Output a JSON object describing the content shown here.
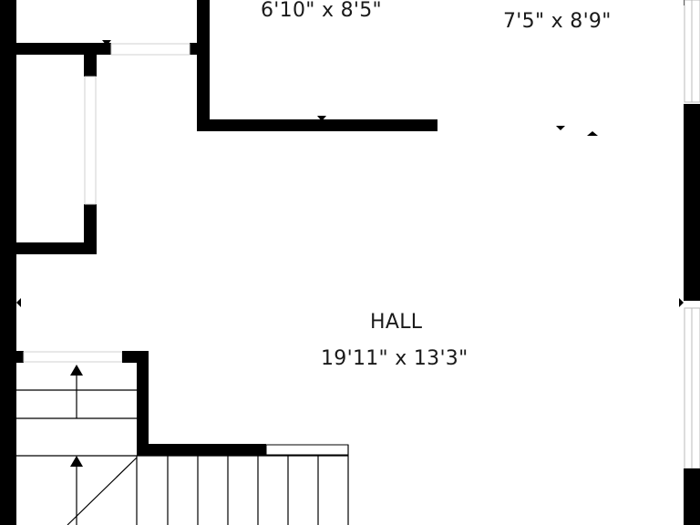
{
  "rooms": [
    {
      "id": "upper-left",
      "name": "",
      "dims": "6'10\" x 8'5\""
    },
    {
      "id": "upper-right",
      "name": "",
      "dims": "7'5\" x 8'9\""
    },
    {
      "id": "hall",
      "name": "HALL",
      "dims": "19'11\" x 13'3\""
    }
  ],
  "colors": {
    "wall": "#000000",
    "background": "#ffffff",
    "line": "#000000",
    "window": "#c8c8c8"
  }
}
